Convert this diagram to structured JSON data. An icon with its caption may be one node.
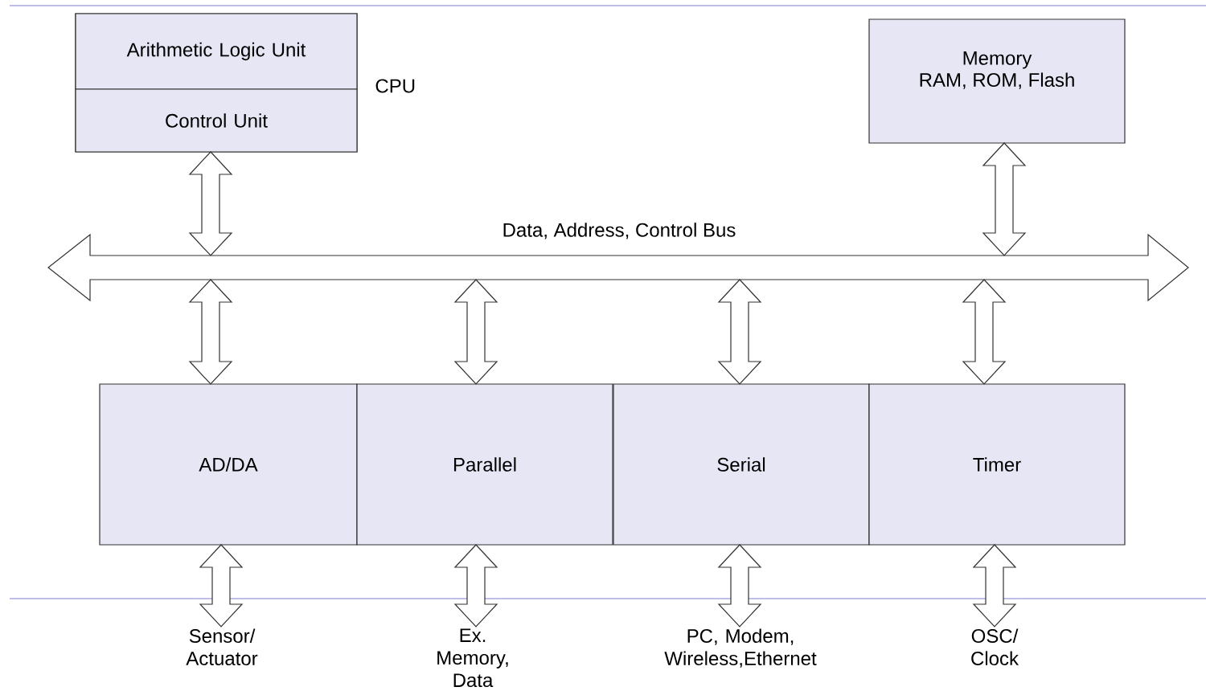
{
  "diagram": {
    "nodes": [
      {
        "text": [
          "CPU"
        ]
      },
      {
        "text": [
          "Arithmetic Logic Unit"
        ],
        "in": 0
      },
      {
        "text": [
          "Control Unit"
        ],
        "in": 0
      },
      {
        "text": [
          "Memory",
          "RAM, ROM, Flash"
        ]
      },
      {
        "text": [
          "Data, Address, Control Bus"
        ]
      },
      {
        "text": [
          "AD/DA"
        ]
      },
      {
        "text": [
          "Parallel"
        ]
      },
      {
        "text": [
          "Serial"
        ]
      },
      {
        "text": [
          "Timer"
        ]
      },
      {
        "text": [
          "Sensor/ Actuator"
        ]
      },
      {
        "text": [
          "Ex. Memory, Data"
        ]
      },
      {
        "text": [
          "PC, Modem, Wireless,Ethernet"
        ]
      },
      {
        "text": [
          "OSC/ Clock"
        ]
      }
    ],
    "edges": [
      {
        "from": 0,
        "to": 4,
        "arrow": "both"
      },
      {
        "from": 3,
        "to": 4,
        "arrow": "both"
      },
      {
        "from": 4,
        "to": 5,
        "arrow": "both"
      },
      {
        "from": 4,
        "to": 6,
        "arrow": "both"
      },
      {
        "from": 4,
        "to": 7,
        "arrow": "both"
      },
      {
        "from": 4,
        "to": 8,
        "arrow": "both"
      },
      {
        "from": 5,
        "to": 9,
        "arrow": "both"
      },
      {
        "from": 6,
        "to": 10,
        "arrow": "both"
      },
      {
        "from": 7,
        "to": 11,
        "arrow": "both"
      },
      {
        "from": 8,
        "to": 12,
        "arrow": "both"
      }
    ]
  }
}
